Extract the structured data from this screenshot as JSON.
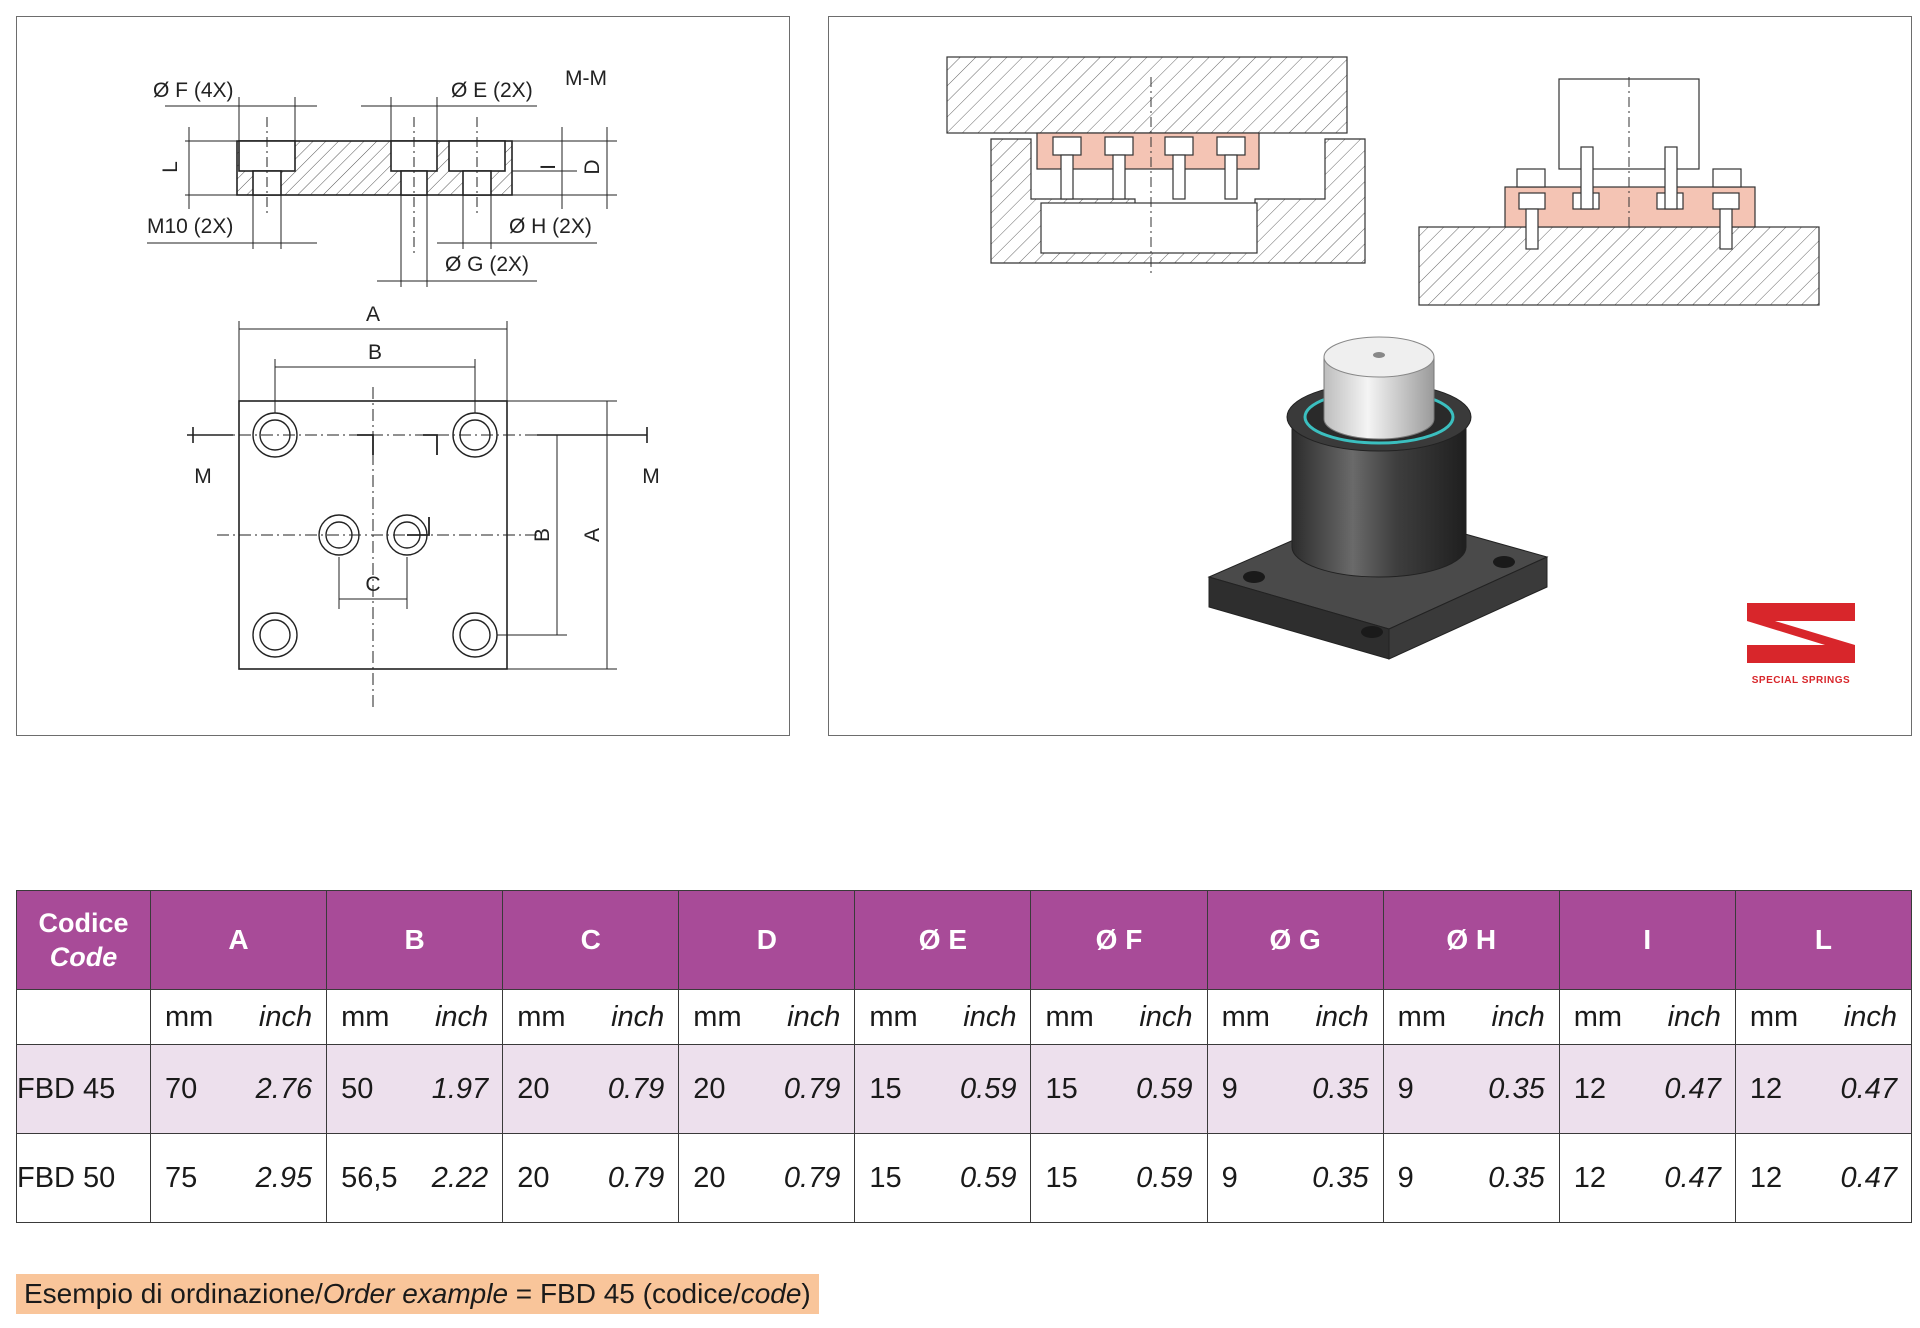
{
  "drawing": {
    "labels": {
      "f": "Ø F (4X)",
      "e": "Ø E (2X)",
      "mm_section": "M-M",
      "l": "L",
      "i": "I",
      "d": "D",
      "m10": "M10 (2X)",
      "h": "Ø H (2X)",
      "g": "Ø G (2X)",
      "a": "A",
      "b": "B",
      "c": "C",
      "m": "M"
    },
    "logo_text": "SPECIAL SPRINGS",
    "colors": {
      "section_fill": "#f4c4b4",
      "logo_red": "#d8262b",
      "accent_teal": "#3bbfbf"
    }
  },
  "table": {
    "header": {
      "code_line1": "Codice",
      "code_line2": "Code",
      "columns": [
        "A",
        "B",
        "C",
        "D",
        "Ø E",
        "Ø F",
        "Ø G",
        "Ø H",
        "I",
        "L"
      ]
    },
    "units": {
      "mm": "mm",
      "inch": "inch"
    },
    "rows": [
      {
        "code": "FBD 45",
        "values": [
          [
            "70",
            "2.76"
          ],
          [
            "50",
            "1.97"
          ],
          [
            "20",
            "0.79"
          ],
          [
            "20",
            "0.79"
          ],
          [
            "15",
            "0.59"
          ],
          [
            "15",
            "0.59"
          ],
          [
            "9",
            "0.35"
          ],
          [
            "9",
            "0.35"
          ],
          [
            "12",
            "0.47"
          ],
          [
            "12",
            "0.47"
          ]
        ]
      },
      {
        "code": "FBD 50",
        "values": [
          [
            "75",
            "2.95"
          ],
          [
            "56,5",
            "2.22"
          ],
          [
            "20",
            "0.79"
          ],
          [
            "20",
            "0.79"
          ],
          [
            "15",
            "0.59"
          ],
          [
            "15",
            "0.59"
          ],
          [
            "9",
            "0.35"
          ],
          [
            "9",
            "0.35"
          ],
          [
            "12",
            "0.47"
          ],
          [
            "12",
            "0.47"
          ]
        ]
      }
    ],
    "colors": {
      "header_bg": "#a84b98",
      "row_alt_bg": "#ede0ed"
    }
  },
  "order": {
    "part1": "Esempio di ordinazione/",
    "part2": "Order example",
    "part3": " = FBD 45 (codice/",
    "part4": "code",
    "part5": ")",
    "bg": "#f9c59a"
  }
}
